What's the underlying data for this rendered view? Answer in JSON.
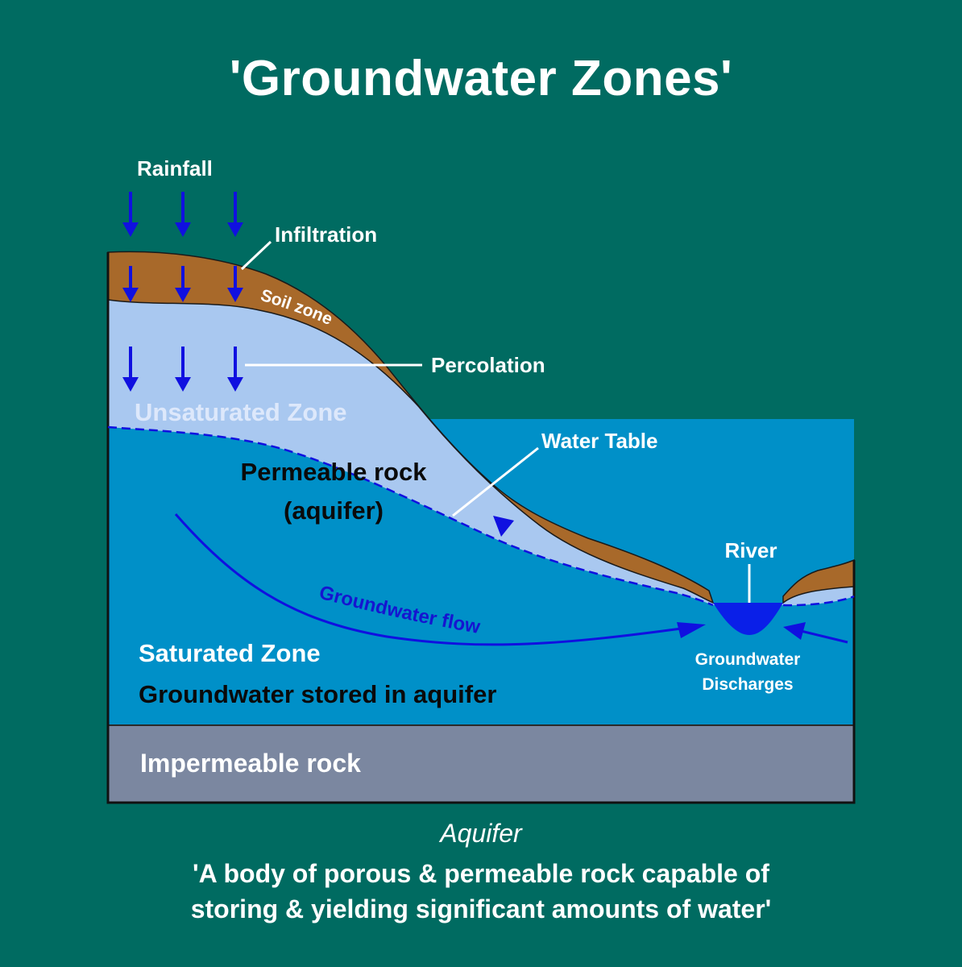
{
  "title": "'Groundwater Zones'",
  "labels": {
    "rainfall": "Rainfall",
    "infiltration": "Infiltration",
    "soil_zone": "Soil zone",
    "percolation": "Percolation",
    "unsaturated_zone": "Unsaturated Zone",
    "water_table": "Water Table",
    "permeable_rock_line1": "Permeable rock",
    "permeable_rock_line2": "(aquifer)",
    "river": "River",
    "groundwater_flow": "Groundwater flow",
    "saturated_zone": "Saturated Zone",
    "groundwater_stored": "Groundwater stored in aquifer",
    "discharges_line1": "Groundwater",
    "discharges_line2": "Discharges",
    "impermeable_rock": "Impermeable rock"
  },
  "definition": {
    "term": "Aquifer",
    "line1": "'A body of porous & permeable rock capable of",
    "line2": "storing & yielding significant amounts of water'"
  },
  "colors": {
    "background": "#006b61",
    "soil": "#a8692a",
    "unsaturated": "#a9c8f0",
    "saturated": "#0090c8",
    "impermeable": "#7b87a0",
    "arrows": "#1010e0",
    "river": "#0a1fe8",
    "text_light": "#ffffff",
    "text_dark": "#0a0a0a",
    "flow_text": "#1515d0"
  }
}
